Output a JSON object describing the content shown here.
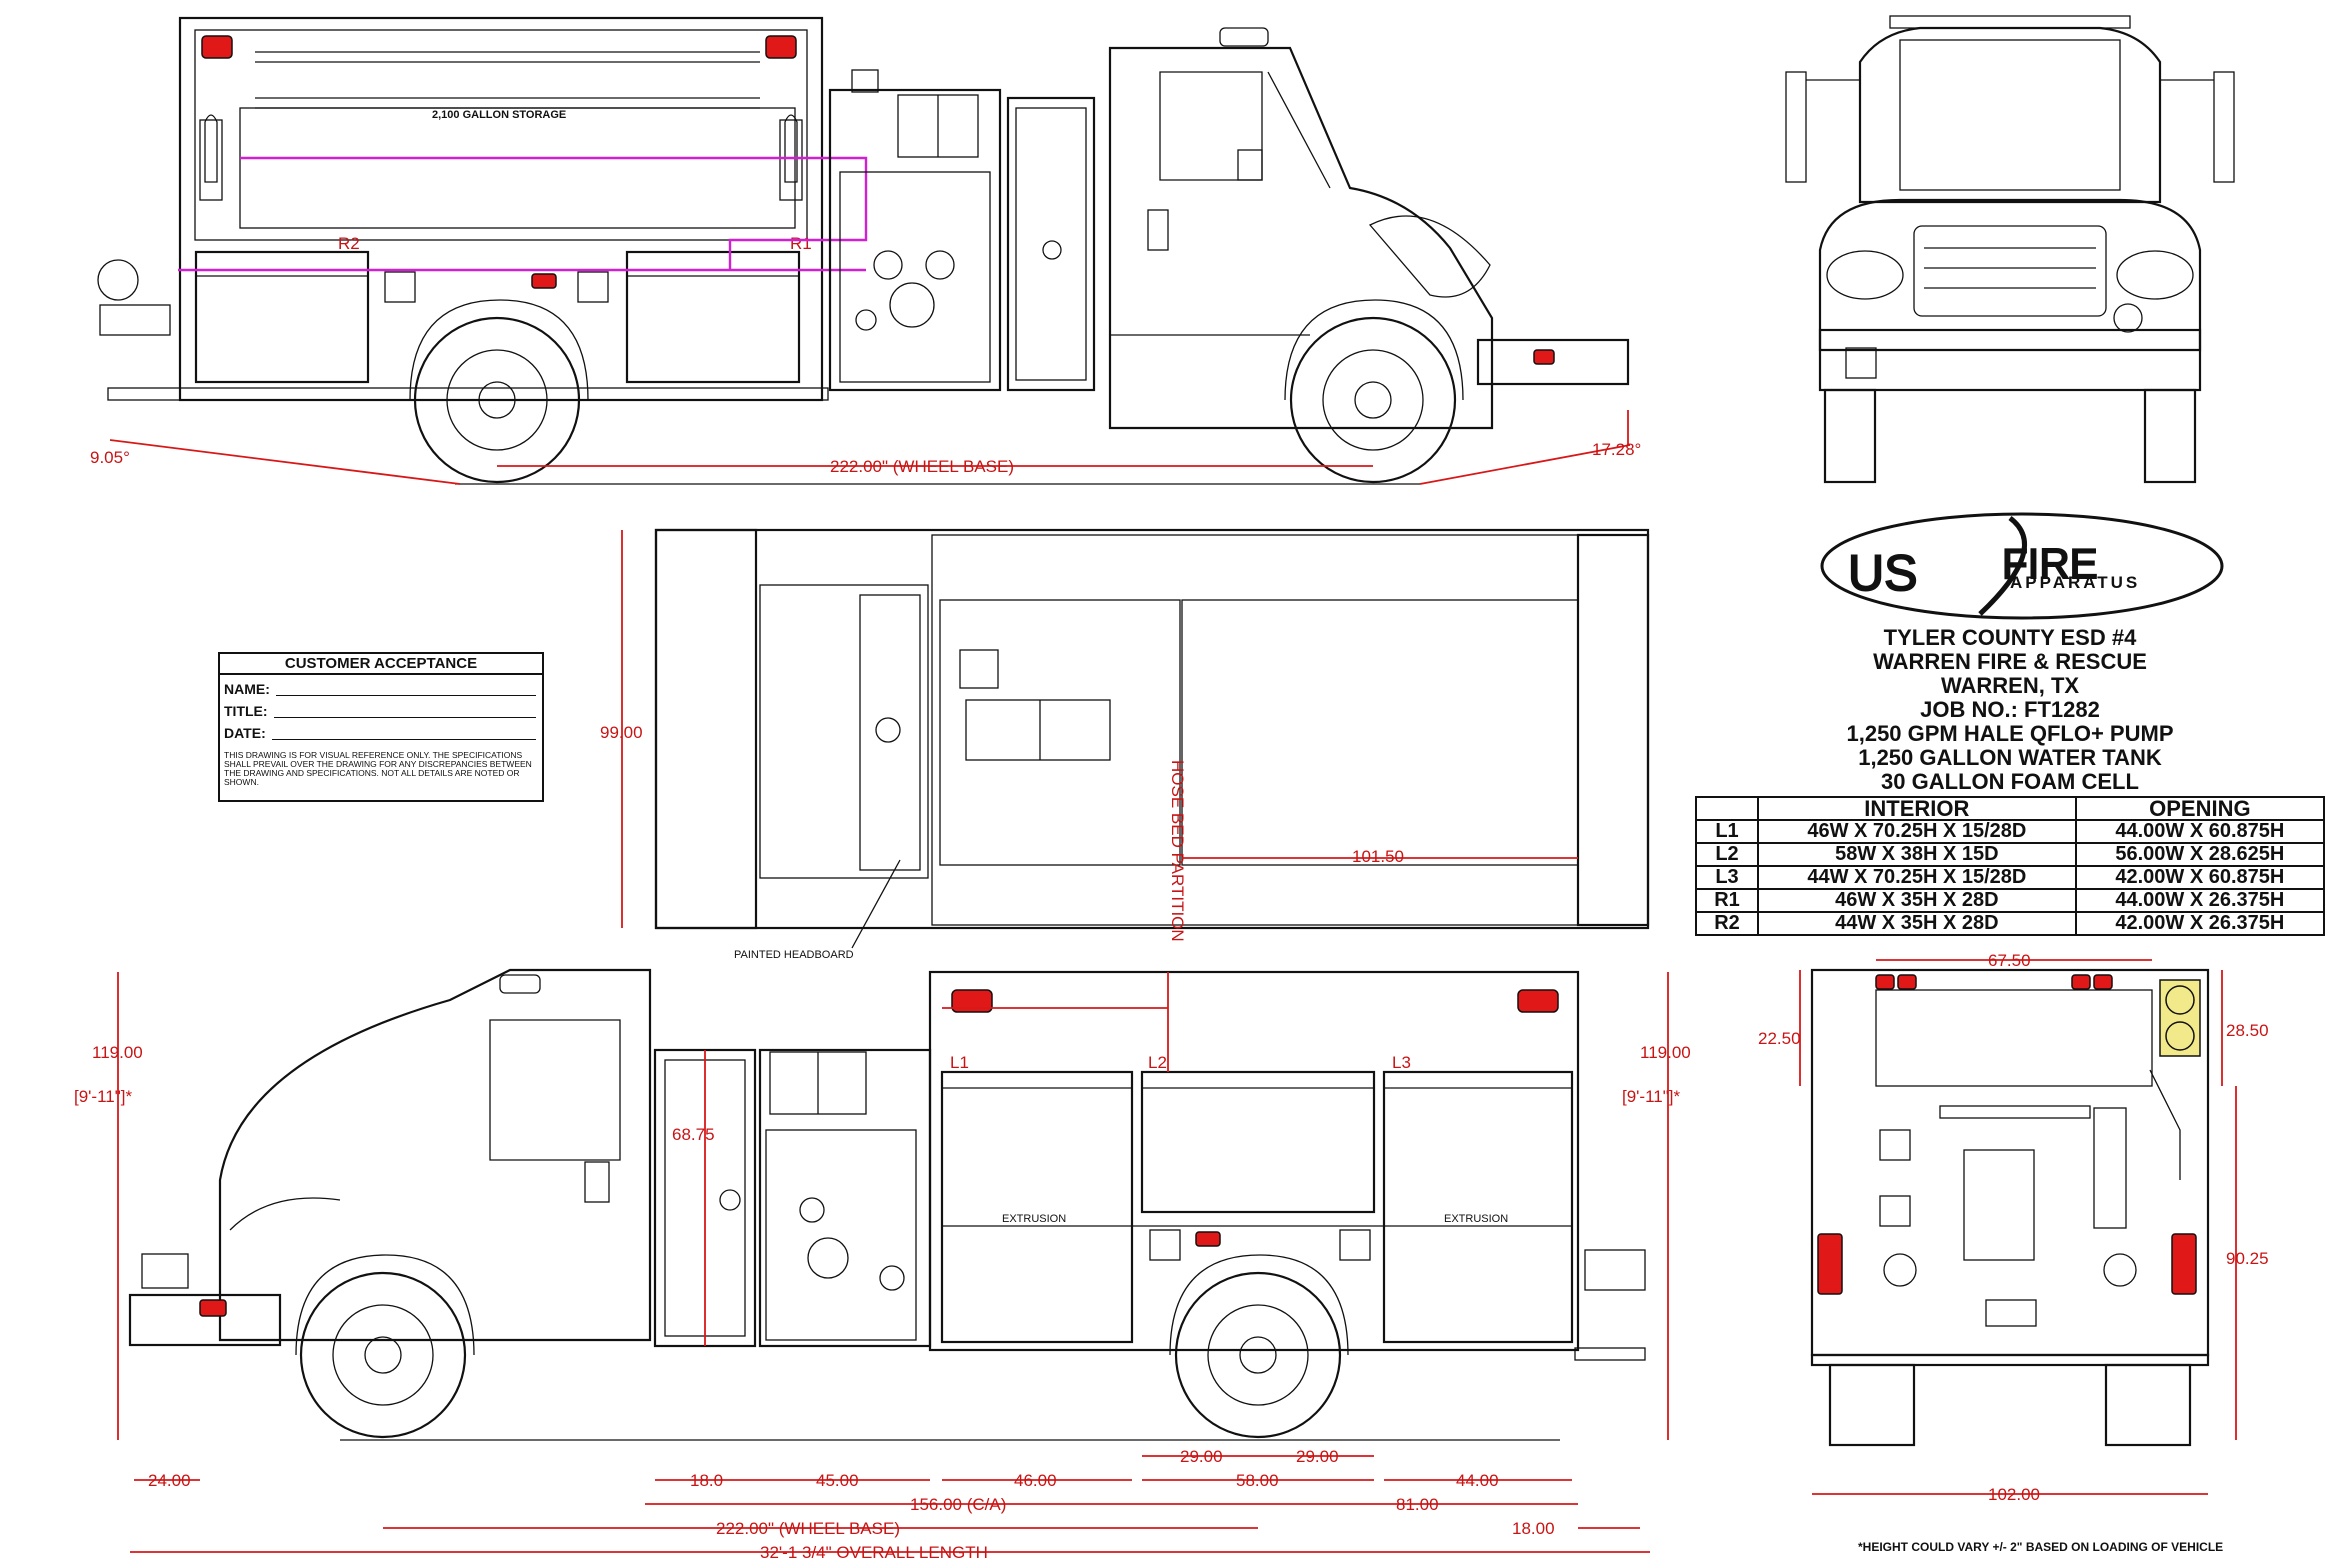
{
  "logo": {
    "left": "US",
    "right": "FIRE",
    "sub": "APPARATUS"
  },
  "customer_info": {
    "lines": [
      "TYLER COUNTY ESD #4",
      "WARREN FIRE & RESCUE",
      "WARREN, TX",
      "JOB NO.: FT1282",
      "1,250 GPM HALE QFLO+ PUMP",
      "1,250 GALLON WATER TANK",
      "30 GALLON FOAM CELL"
    ]
  },
  "compartment_table": {
    "headers": [
      "",
      "INTERIOR",
      "OPENING"
    ],
    "rows": [
      {
        "code": "L1",
        "interior": "46W X 70.25H X 15/28D",
        "opening": "44.00W X 60.875H"
      },
      {
        "code": "L2",
        "interior": "58W X 38H X 15D",
        "opening": "56.00W X 28.625H"
      },
      {
        "code": "L3",
        "interior": "44W X 70.25H X 15/28D",
        "opening": "42.00W X 60.875H"
      },
      {
        "code": "R1",
        "interior": "46W X 35H X 28D",
        "opening": "44.00W X 26.375H"
      },
      {
        "code": "R2",
        "interior": "44W X 35H X 28D",
        "opening": "42.00W X 26.375H"
      }
    ]
  },
  "customer_acceptance": {
    "title": "CUSTOMER ACCEPTANCE",
    "name_label": "NAME:",
    "title_label": "TITLE:",
    "date_label": "DATE:",
    "disclaimer": "THIS DRAWING IS FOR VISUAL REFERENCE ONLY. THE SPECIFICATIONS SHALL PREVAIL OVER THE DRAWING FOR ANY DISCREPANCIES BETWEEN THE DRAWING AND SPECIFICATIONS. NOT ALL DETAILS ARE NOTED OR SHOWN."
  },
  "footnote": "*HEIGHT COULD VARY +/- 2\" BASED ON LOADING OF VEHICLE",
  "labels": {
    "storage": "2,100 GALLON STORAGE",
    "painted_headboard": "PAINTED HEADBOARD",
    "extrusion": "EXTRUSION",
    "rear_cab": "HOSE BED PARTITION",
    "r1": "R1",
    "r2": "R2",
    "l1": "L1",
    "l2": "L2",
    "l3": "L3"
  },
  "dimensions": {
    "top_left_angle": "9.05°",
    "top_right_angle": "17.28°",
    "top_wheelbase": "222.00\" (WHEEL BASE)",
    "plan_width": "99.00",
    "plan_length": "101.50",
    "side_height": "119.00",
    "side_height_ft": "[9'-11\"]*",
    "side_height_r": "119.00",
    "side_height_ft_r": "[9'-11\"]*",
    "door_height": "68.75",
    "front_overhang": "24.00",
    "d_18": "18.0",
    "d_45": "45.00",
    "d_46": "46.00",
    "d_29a": "29.00",
    "d_29b": "29.00",
    "d_58": "58.00",
    "d_44": "44.00",
    "d_ca": "156.00 (C/A)",
    "d_81": "81.00",
    "d_wb": "222.00\" (WHEEL BASE)",
    "d_18_rear": "18.00",
    "overall_length": "32'-1 3/4\" OVERALL LENGTH",
    "rear_6750": "67.50",
    "rear_2250": "22.50",
    "rear_2850": "28.50",
    "rear_9025": "90.25",
    "rear_width": "102.00"
  }
}
